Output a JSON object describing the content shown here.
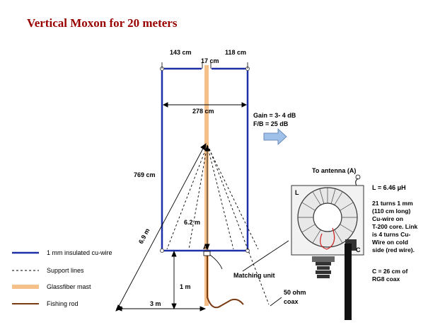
{
  "title": "Vertical Moxon for 20 meters",
  "dimensions": {
    "left_span": "143 cm",
    "right_span": "118 cm",
    "gap": "17 cm",
    "width": "278 cm",
    "height": "769 cm",
    "inner_height": "6.2 m",
    "guy_length": "6.9 m",
    "ground_clearance": "1 m",
    "ground_distance": "3 m"
  },
  "performance": {
    "gain": "Gain = 3- 4 dB",
    "fb": "F/B = 25 dB"
  },
  "matching": {
    "to_antenna": "To antenna (A)",
    "label_L": "L",
    "label_C": "C",
    "label_A": "A",
    "inductance": "L = 6.46 μH",
    "coil_lines": [
      "21 turns 1 mm",
      "(110 cm long)",
      "Cu-wire on",
      "T-200 core. Link",
      "is 4 turns Cu-",
      "Wire on cold",
      "side (red wire)."
    ],
    "capacitor_lines": [
      "C = 26 cm of",
      "RG8 coax"
    ],
    "unit_label": "Matching unit",
    "coax_lines": [
      "50 ohm",
      "coax"
    ]
  },
  "legend": [
    {
      "label": "1 mm insulated cu-wire",
      "color": "#1f2fa8",
      "style": "solid"
    },
    {
      "label": "Support lines",
      "color": "#000000",
      "style": "dashed"
    },
    {
      "label": "Glassfiber mast",
      "color": "#f5c08a",
      "style": "thick"
    },
    {
      "label": "Fishing rod",
      "color": "#7a3a12",
      "style": "solid"
    }
  ],
  "colors": {
    "title": "#990000",
    "wire": "#1f2fa8",
    "mast": "#f5c08a",
    "rod": "#7a3a12",
    "arrow": "#9fc0e8"
  }
}
